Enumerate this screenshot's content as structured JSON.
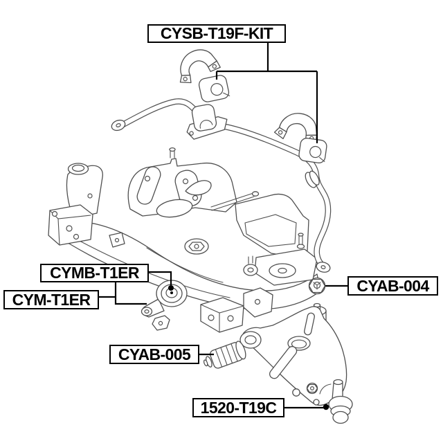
{
  "diagram": {
    "type": "parts-diagram",
    "background_color": "#ffffff",
    "line_art_color": "#4f4f4f",
    "label_color": "#000000",
    "labels": [
      {
        "id": "cysb_t19f_kit",
        "text": "CYSB-T19F-KIT"
      },
      {
        "id": "cymb_t1er",
        "text": "CYMB-T1ER"
      },
      {
        "id": "cym_t1er",
        "text": "CYM-T1ER"
      },
      {
        "id": "cyab_004",
        "text": "CYAB-004"
      },
      {
        "id": "cyab_005",
        "text": "CYAB-005"
      },
      {
        "id": "1520_t19c",
        "text": "1520-T19C"
      }
    ],
    "parts": [
      "stabilizer-bar",
      "stabilizer-bushing-top",
      "stabilizer-bracket-top",
      "stabilizer-bushing-right",
      "stabilizer-bracket-right",
      "subframe-crossmember",
      "engine-mount",
      "nut",
      "control-arm-bushing",
      "arm-bushing-cylindrical",
      "lower-control-arm",
      "ball-joint"
    ]
  }
}
